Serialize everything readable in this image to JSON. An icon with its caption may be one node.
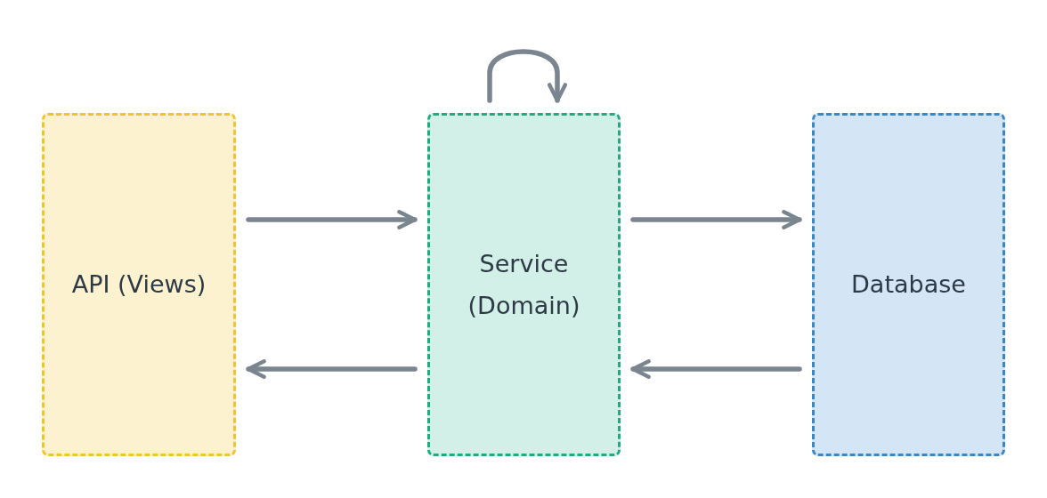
{
  "diagram": {
    "nodes": [
      {
        "text": [
          "API (Views)"
        ]
      },
      {
        "text": [
          "Service (Domain)"
        ]
      },
      {
        "text": [
          "Database"
        ]
      }
    ],
    "edges": [
      {
        "from": 1,
        "to": 1,
        "arrow": "to"
      },
      {
        "from": 0,
        "to": 1,
        "arrow": "to"
      },
      {
        "from": 1,
        "to": 2,
        "arrow": "to"
      },
      {
        "from": 1,
        "to": 0,
        "arrow": "to"
      },
      {
        "from": 2,
        "to": 1,
        "arrow": "to"
      }
    ]
  }
}
